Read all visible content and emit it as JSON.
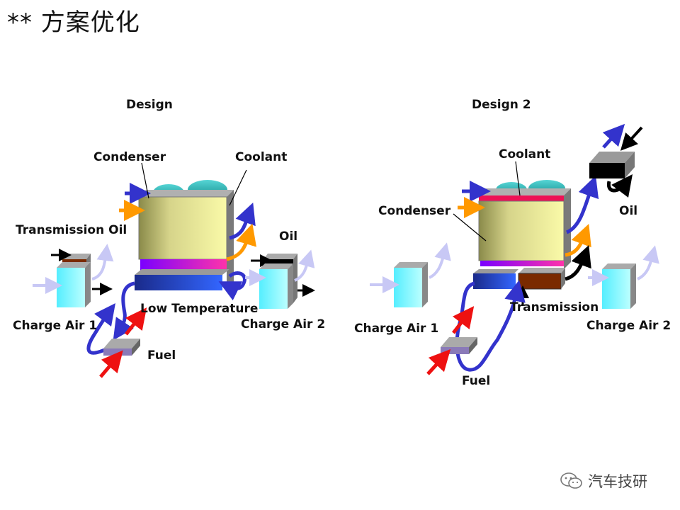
{
  "title": "** 方案优化",
  "watermark": "汽车技研",
  "design1": {
    "title": "Design",
    "labels": {
      "condenser": "Condenser",
      "coolant": "Coolant",
      "transmission_oil": "Transmission Oil",
      "oil": "Oil",
      "charge_air_1": "Charge Air 1",
      "charge_air_2": "Charge Air 2",
      "low_temperature": "Low Temperature",
      "fuel": "Fuel"
    }
  },
  "design2": {
    "title": "Design 2",
    "labels": {
      "coolant": "Coolant",
      "condenser": "Condenser",
      "oil": "Oil",
      "charge_air_1": "Charge Air 1",
      "charge_air_2": "Charge Air 2",
      "transmission": "Transmission",
      "fuel": "Fuel"
    }
  },
  "colors": {
    "condenser_core": "#f2f09a",
    "coolant_blue": "#3333cc",
    "oil_orange": "#ff9900",
    "fuel_red": "#ee1111",
    "charge_air": "#66ffff",
    "frame_gray": "#8a8a8a",
    "fan_teal": "#22a6a6",
    "transmission_brown": "#7a2a00"
  }
}
